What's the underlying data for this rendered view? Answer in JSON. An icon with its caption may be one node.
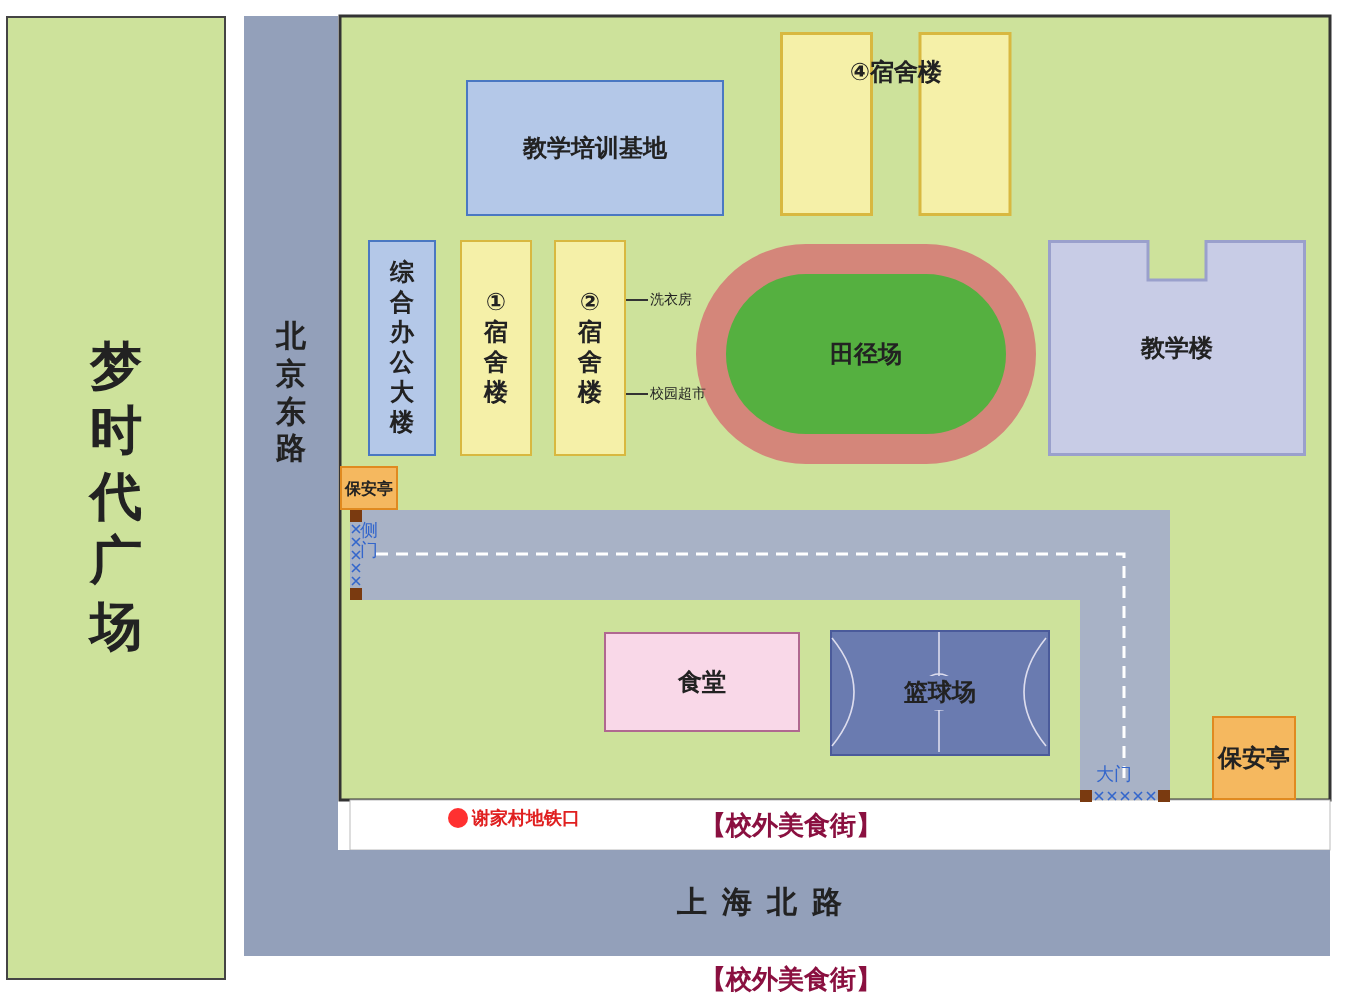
{
  "diagram": {
    "nodes": [
      {
        "text": [
          "梦时代广场"
        ]
      },
      {
        "text": [
          "北京东路"
        ]
      },
      {
        "text": [
          "④宿舍楼"
        ]
      },
      {
        "text": [
          "教学培训基地"
        ]
      },
      {
        "text": [
          "综合办公大楼"
        ]
      },
      {
        "text": [
          "①宿舍楼"
        ]
      },
      {
        "text": [
          "②宿舍楼"
        ]
      },
      {
        "text": [
          "洗衣房"
        ]
      },
      {
        "text": [
          "校园超市"
        ]
      },
      {
        "text": [
          "田径场"
        ]
      },
      {
        "text": [
          "教学楼"
        ]
      },
      {
        "text": [
          "保安亭"
        ]
      },
      {
        "text": [
          "食堂"
        ]
      },
      {
        "text": [
          "篮球场"
        ]
      },
      {
        "text": [
          "保安亭"
        ]
      },
      {
        "text": [
          "上海北路"
        ]
      }
    ],
    "edges": [
      {
        "from": 7,
        "to": 6,
        "arrow": "none"
      },
      {
        "from": 8,
        "to": 6,
        "arrow": "none"
      }
    ],
    "labels": [
      "侧门",
      "大门",
      "谢家村地铁口",
      "【校外美食街】",
      "【校外美食街】"
    ]
  }
}
